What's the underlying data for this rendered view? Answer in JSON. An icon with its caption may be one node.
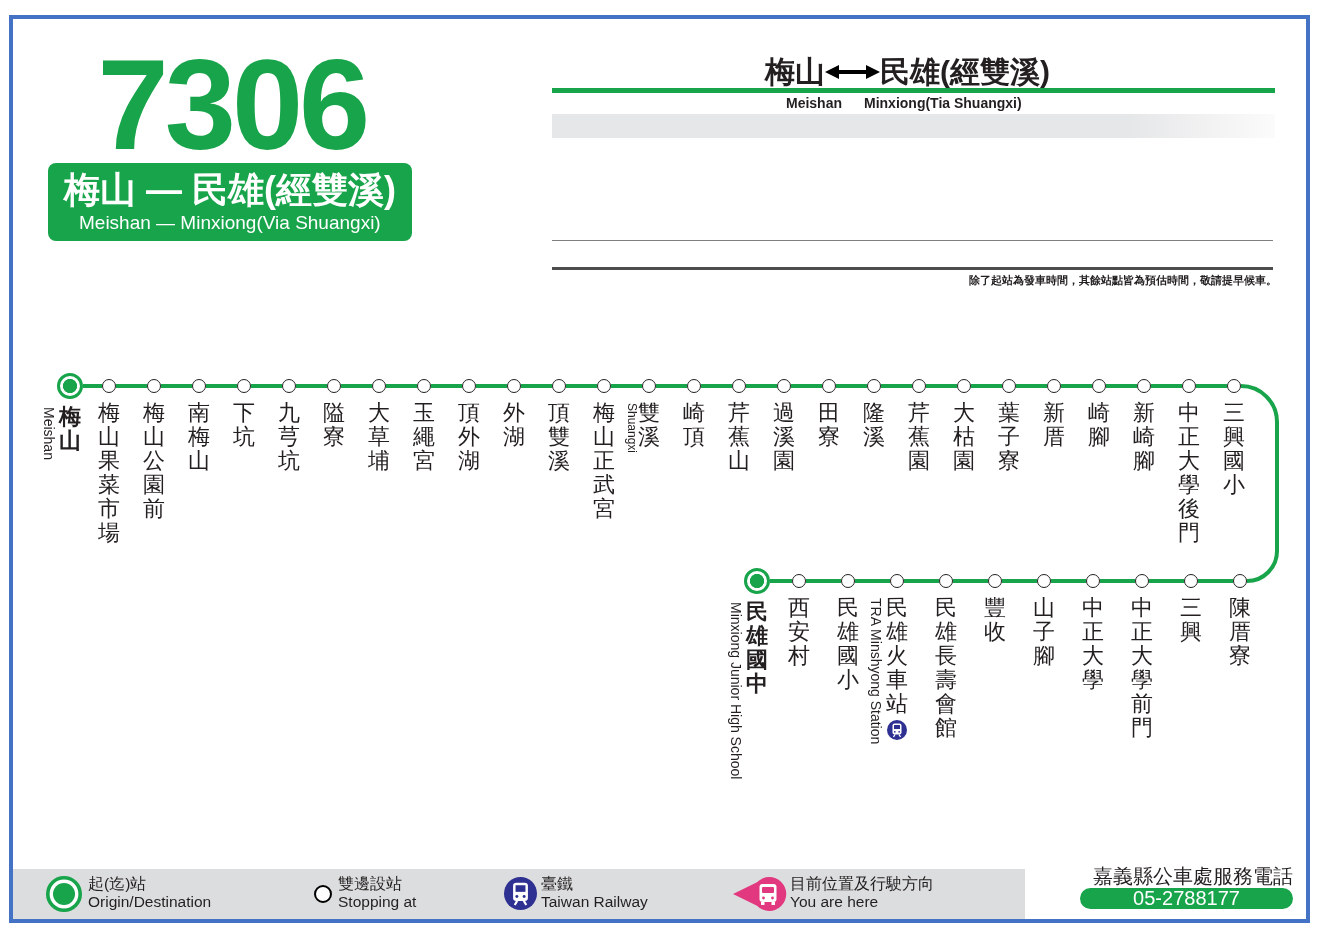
{
  "diagram": {
    "title": "7306",
    "nodes": [
      {
        "text": [
          "梅山 — 民雄(經雙溪)",
          "Meishan — Minxiong(Via Shuangxi)"
        ]
      },
      {
        "text": [
          "梅山"
        ],
        "beside": [
          "Meishan"
        ]
      },
      {
        "text": [
          "民雄(經雙溪)"
        ],
        "beside": [
          "Minxiong(Tia Shuangxi)"
        ]
      },
      {
        "text": [],
        "shape": "circle",
        "beside": [
          "梅山",
          "Meishan"
        ]
      },
      {
        "text": [],
        "shape": "circle",
        "beside": [
          "梅山果菜市場"
        ]
      },
      {
        "text": [],
        "shape": "circle",
        "beside": [
          "梅山公園前"
        ]
      },
      {
        "text": [],
        "shape": "circle",
        "beside": [
          "南梅山"
        ]
      },
      {
        "text": [],
        "shape": "circle",
        "beside": [
          "下坑"
        ]
      },
      {
        "text": [],
        "shape": "circle",
        "beside": [
          "九芎坑"
        ]
      },
      {
        "text": [],
        "shape": "circle",
        "beside": [
          "隘寮"
        ]
      },
      {
        "text": [],
        "shape": "circle",
        "beside": [
          "大草埔"
        ]
      },
      {
        "text": [],
        "shape": "circle",
        "beside": [
          "玉繩宮"
        ]
      },
      {
        "text": [],
        "shape": "circle",
        "beside": [
          "頂外湖"
        ]
      },
      {
        "text": [],
        "shape": "circle",
        "beside": [
          "外湖"
        ]
      },
      {
        "text": [],
        "shape": "circle",
        "beside": [
          "頂雙溪"
        ]
      },
      {
        "text": [],
        "shape": "circle",
        "beside": [
          "梅山正武宮"
        ]
      },
      {
        "text": [],
        "shape": "circle",
        "beside": [
          "雙溪",
          "Shuangxi"
        ]
      },
      {
        "text": [],
        "shape": "circle",
        "beside": [
          "崎頂"
        ]
      },
      {
        "text": [],
        "shape": "circle",
        "beside": [
          "芹蕉山"
        ]
      },
      {
        "text": [],
        "shape": "circle",
        "beside": [
          "過溪園"
        ]
      },
      {
        "text": [],
        "shape": "circle",
        "beside": [
          "田寮"
        ]
      },
      {
        "text": [],
        "shape": "circle",
        "beside": [
          "隆溪"
        ]
      },
      {
        "text": [],
        "shape": "circle",
        "beside": [
          "芹蕉園"
        ]
      },
      {
        "text": [],
        "shape": "circle",
        "beside": [
          "大枯園"
        ]
      },
      {
        "text": [],
        "shape": "circle",
        "beside": [
          "葉子寮"
        ]
      },
      {
        "text": [],
        "shape": "circle",
        "beside": [
          "新厝"
        ]
      },
      {
        "text": [],
        "shape": "circle",
        "beside": [
          "崎腳"
        ]
      },
      {
        "text": [],
        "shape": "circle",
        "beside": [
          "新崎腳"
        ]
      },
      {
        "text": [],
        "shape": "circle",
        "beside": [
          "中正大學後門"
        ]
      },
      {
        "text": [],
        "shape": "circle",
        "beside": [
          "三興國小"
        ]
      },
      {
        "text": [],
        "shape": "circle",
        "beside": [
          "民雄國中",
          "Minxiong Junior High School"
        ]
      },
      {
        "text": [],
        "shape": "circle",
        "beside": [
          "西安村"
        ]
      },
      {
        "text": [],
        "shape": "circle",
        "beside": [
          "民雄國小"
        ]
      },
      {
        "text": [],
        "shape": "circle",
        "beside": [
          "民雄火車站",
          "TRA Minshyong Station"
        ]
      },
      {
        "text": [],
        "shape": "circle",
        "beside": [
          "民雄長壽會館"
        ]
      },
      {
        "text": [],
        "shape": "circle",
        "beside": [
          "豐收"
        ]
      },
      {
        "text": [],
        "shape": "circle",
        "beside": [
          "山子腳"
        ]
      },
      {
        "text": [],
        "shape": "circle",
        "beside": [
          "中正大學"
        ]
      },
      {
        "text": [],
        "shape": "circle",
        "beside": [
          "中正大學前門"
        ]
      },
      {
        "text": [],
        "shape": "circle",
        "beside": [
          "三興"
        ]
      },
      {
        "text": [],
        "shape": "circle",
        "beside": [
          "陳厝寮"
        ]
      },
      {
        "text": [
          "嘉義縣公車處服務電話",
          "05-2788177"
        ]
      }
    ],
    "edges": [
      {
        "from": 1,
        "to": 2,
        "arrow": "both",
        "color": "#000000"
      },
      {
        "from": 3,
        "to": 4,
        "arrow": "none"
      },
      {
        "from": 4,
        "to": 5,
        "arrow": "none"
      },
      {
        "from": 5,
        "to": 6,
        "arrow": "none"
      },
      {
        "from": 6,
        "to": 7,
        "arrow": "none"
      },
      {
        "from": 7,
        "to": 8,
        "arrow": "none"
      },
      {
        "from": 8,
        "to": 9,
        "arrow": "none"
      },
      {
        "from": 9,
        "to": 10,
        "arrow": "none"
      },
      {
        "from": 10,
        "to": 11,
        "arrow": "none"
      },
      {
        "from": 11,
        "to": 12,
        "arrow": "none"
      },
      {
        "from": 12,
        "to": 13,
        "arrow": "none"
      },
      {
        "from": 13,
        "to": 14,
        "arrow": "none"
      },
      {
        "from": 14,
        "to": 15,
        "arrow": "none"
      },
      {
        "from": 15,
        "to": 16,
        "arrow": "none"
      },
      {
        "from": 16,
        "to": 17,
        "arrow": "none"
      },
      {
        "from": 17,
        "to": 18,
        "arrow": "none"
      },
      {
        "from": 18,
        "to": 19,
        "arrow": "none"
      },
      {
        "from": 19,
        "to": 20,
        "arrow": "none"
      },
      {
        "from": 20,
        "to": 21,
        "arrow": "none"
      },
      {
        "from": 21,
        "to": 22,
        "arrow": "none"
      },
      {
        "from": 22,
        "to": 23,
        "arrow": "none"
      },
      {
        "from": 23,
        "to": 24,
        "arrow": "none"
      },
      {
        "from": 24,
        "to": 25,
        "arrow": "none"
      },
      {
        "from": 25,
        "to": 26,
        "arrow": "none"
      },
      {
        "from": 26,
        "to": 27,
        "arrow": "none"
      },
      {
        "from": 27,
        "to": 28,
        "arrow": "none"
      },
      {
        "from": 28,
        "to": 29,
        "arrow": "none"
      },
      {
        "from": 29,
        "to": 40,
        "arrow": "none"
      },
      {
        "from": 40,
        "to": 39,
        "arrow": "none"
      },
      {
        "from": 39,
        "to": 38,
        "arrow": "none"
      },
      {
        "from": 38,
        "to": 37,
        "arrow": "none"
      },
      {
        "from": 37,
        "to": 36,
        "arrow": "none"
      },
      {
        "from": 36,
        "to": 35,
        "arrow": "none"
      },
      {
        "from": 35,
        "to": 34,
        "arrow": "none"
      },
      {
        "from": 34,
        "to": 33,
        "arrow": "none"
      },
      {
        "from": 33,
        "to": 32,
        "arrow": "none"
      },
      {
        "from": 32,
        "to": 31,
        "arrow": "none"
      },
      {
        "from": 31,
        "to": 30,
        "arrow": "none"
      }
    ],
    "labels": [
      "除了起站為發車時間，其餘站點皆為預估時間，敬請提早候車。"
    ],
    "legend": [
      {
        "text": "起(迄)站 Origin/Destination"
      },
      {
        "text": "雙邊設站 Stopping at"
      },
      {
        "text": "臺鐵 Taiwan Railway"
      },
      {
        "text": "目前位置及行駛方向 You are here"
      }
    ]
  }
}
